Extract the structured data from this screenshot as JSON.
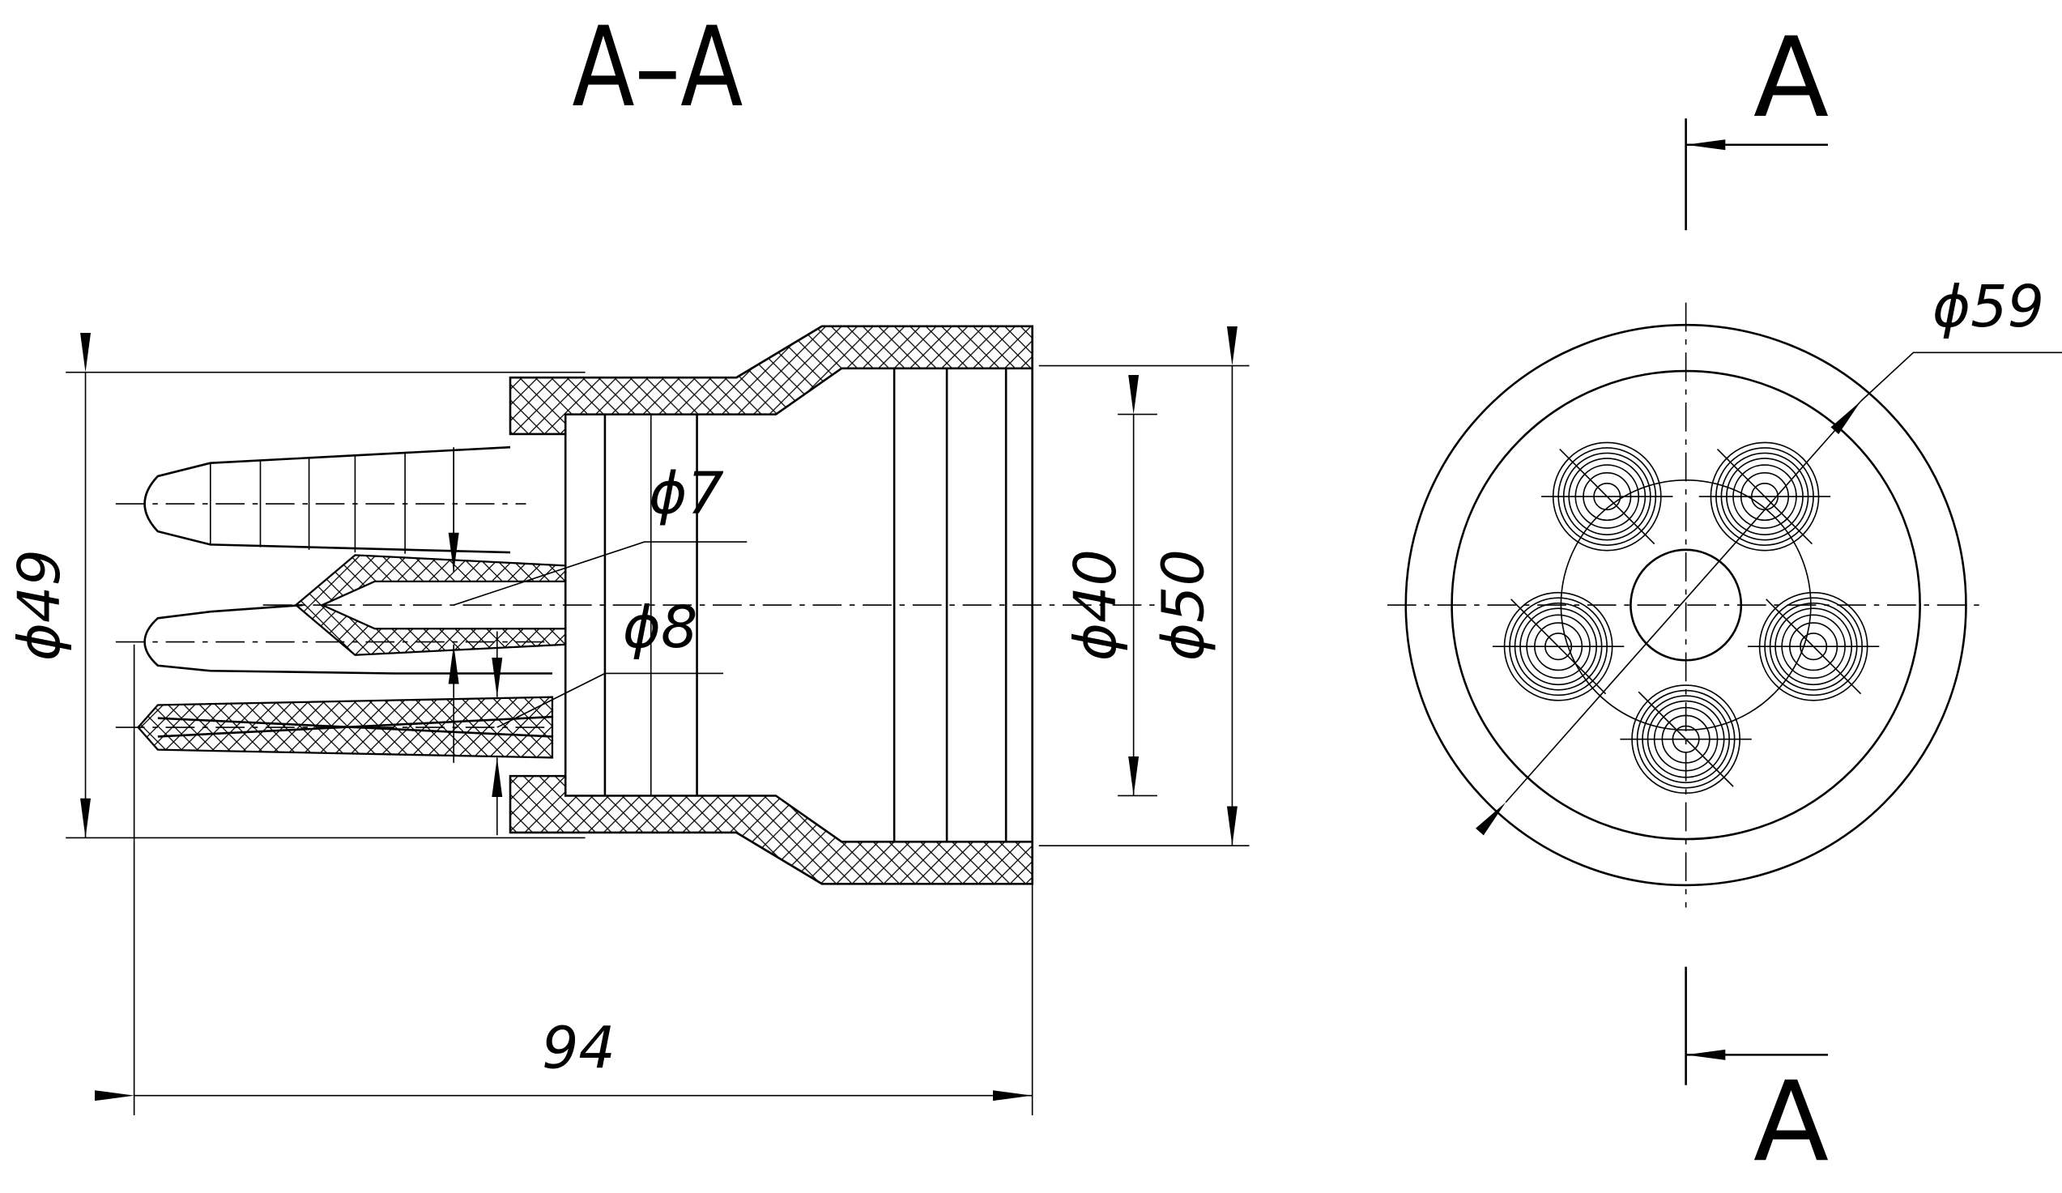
{
  "section_title": "A–A",
  "section_marker_top": "A",
  "section_marker_bottom": "A",
  "dimensions": {
    "d49": "ϕ49",
    "d40": "ϕ40",
    "d50": "ϕ50",
    "d7": "ϕ7",
    "d8": "ϕ8",
    "length94": "94",
    "d59": "ϕ59"
  },
  "colors": {
    "line": "#000000",
    "background": "#ffffff"
  }
}
